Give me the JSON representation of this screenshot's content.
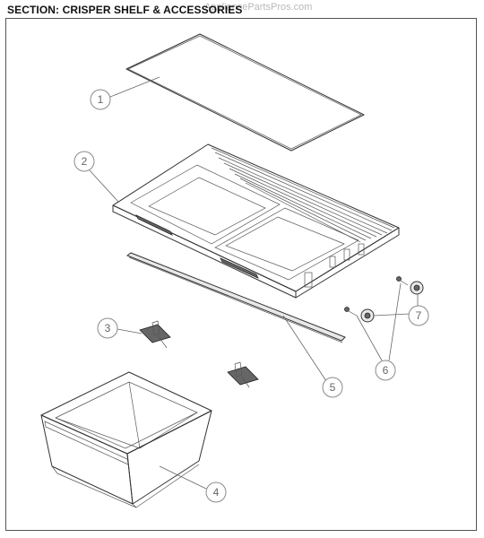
{
  "header": {
    "title": "SECTION: CRISPER SHELF & ACCESSORIES",
    "watermark": "AppliancePartsPros.com"
  },
  "callouts": [
    {
      "label": "1"
    },
    {
      "label": "2"
    },
    {
      "label": "3"
    },
    {
      "label": "4"
    },
    {
      "label": "5"
    },
    {
      "label": "6"
    },
    {
      "label": "7"
    }
  ]
}
